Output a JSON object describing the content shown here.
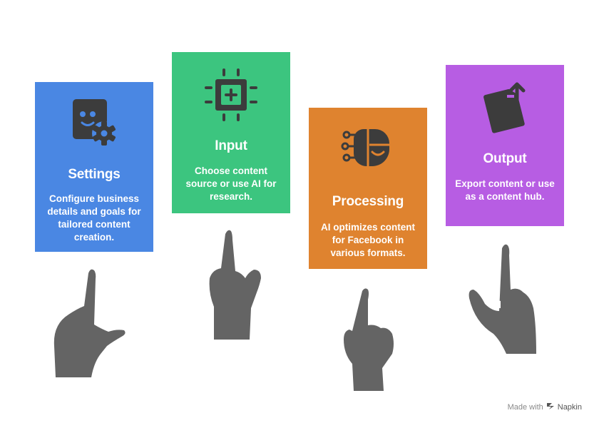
{
  "colors": {
    "settings": "#4A87E3",
    "input": "#3CC57F",
    "processing": "#DF832F",
    "output": "#B75DE3",
    "icon": "#3C3C3C",
    "hand": "#646464"
  },
  "steps": [
    {
      "id": "settings",
      "title": "Settings",
      "description": "Configure business details and goals for tailored content creation.",
      "icon": "bot-gear-icon"
    },
    {
      "id": "input",
      "title": "Input",
      "description": "Choose content source or use AI for research.",
      "icon": "chip-plus-icon"
    },
    {
      "id": "processing",
      "title": "Processing",
      "description": "AI optimizes content for Facebook in various formats.",
      "icon": "ai-brain-circuit-icon"
    },
    {
      "id": "output",
      "title": "Output",
      "description": "Export content or use as a content hub.",
      "icon": "file-export-icon"
    }
  ],
  "watermark": {
    "prefix": "Made with",
    "brand": "Napkin"
  }
}
